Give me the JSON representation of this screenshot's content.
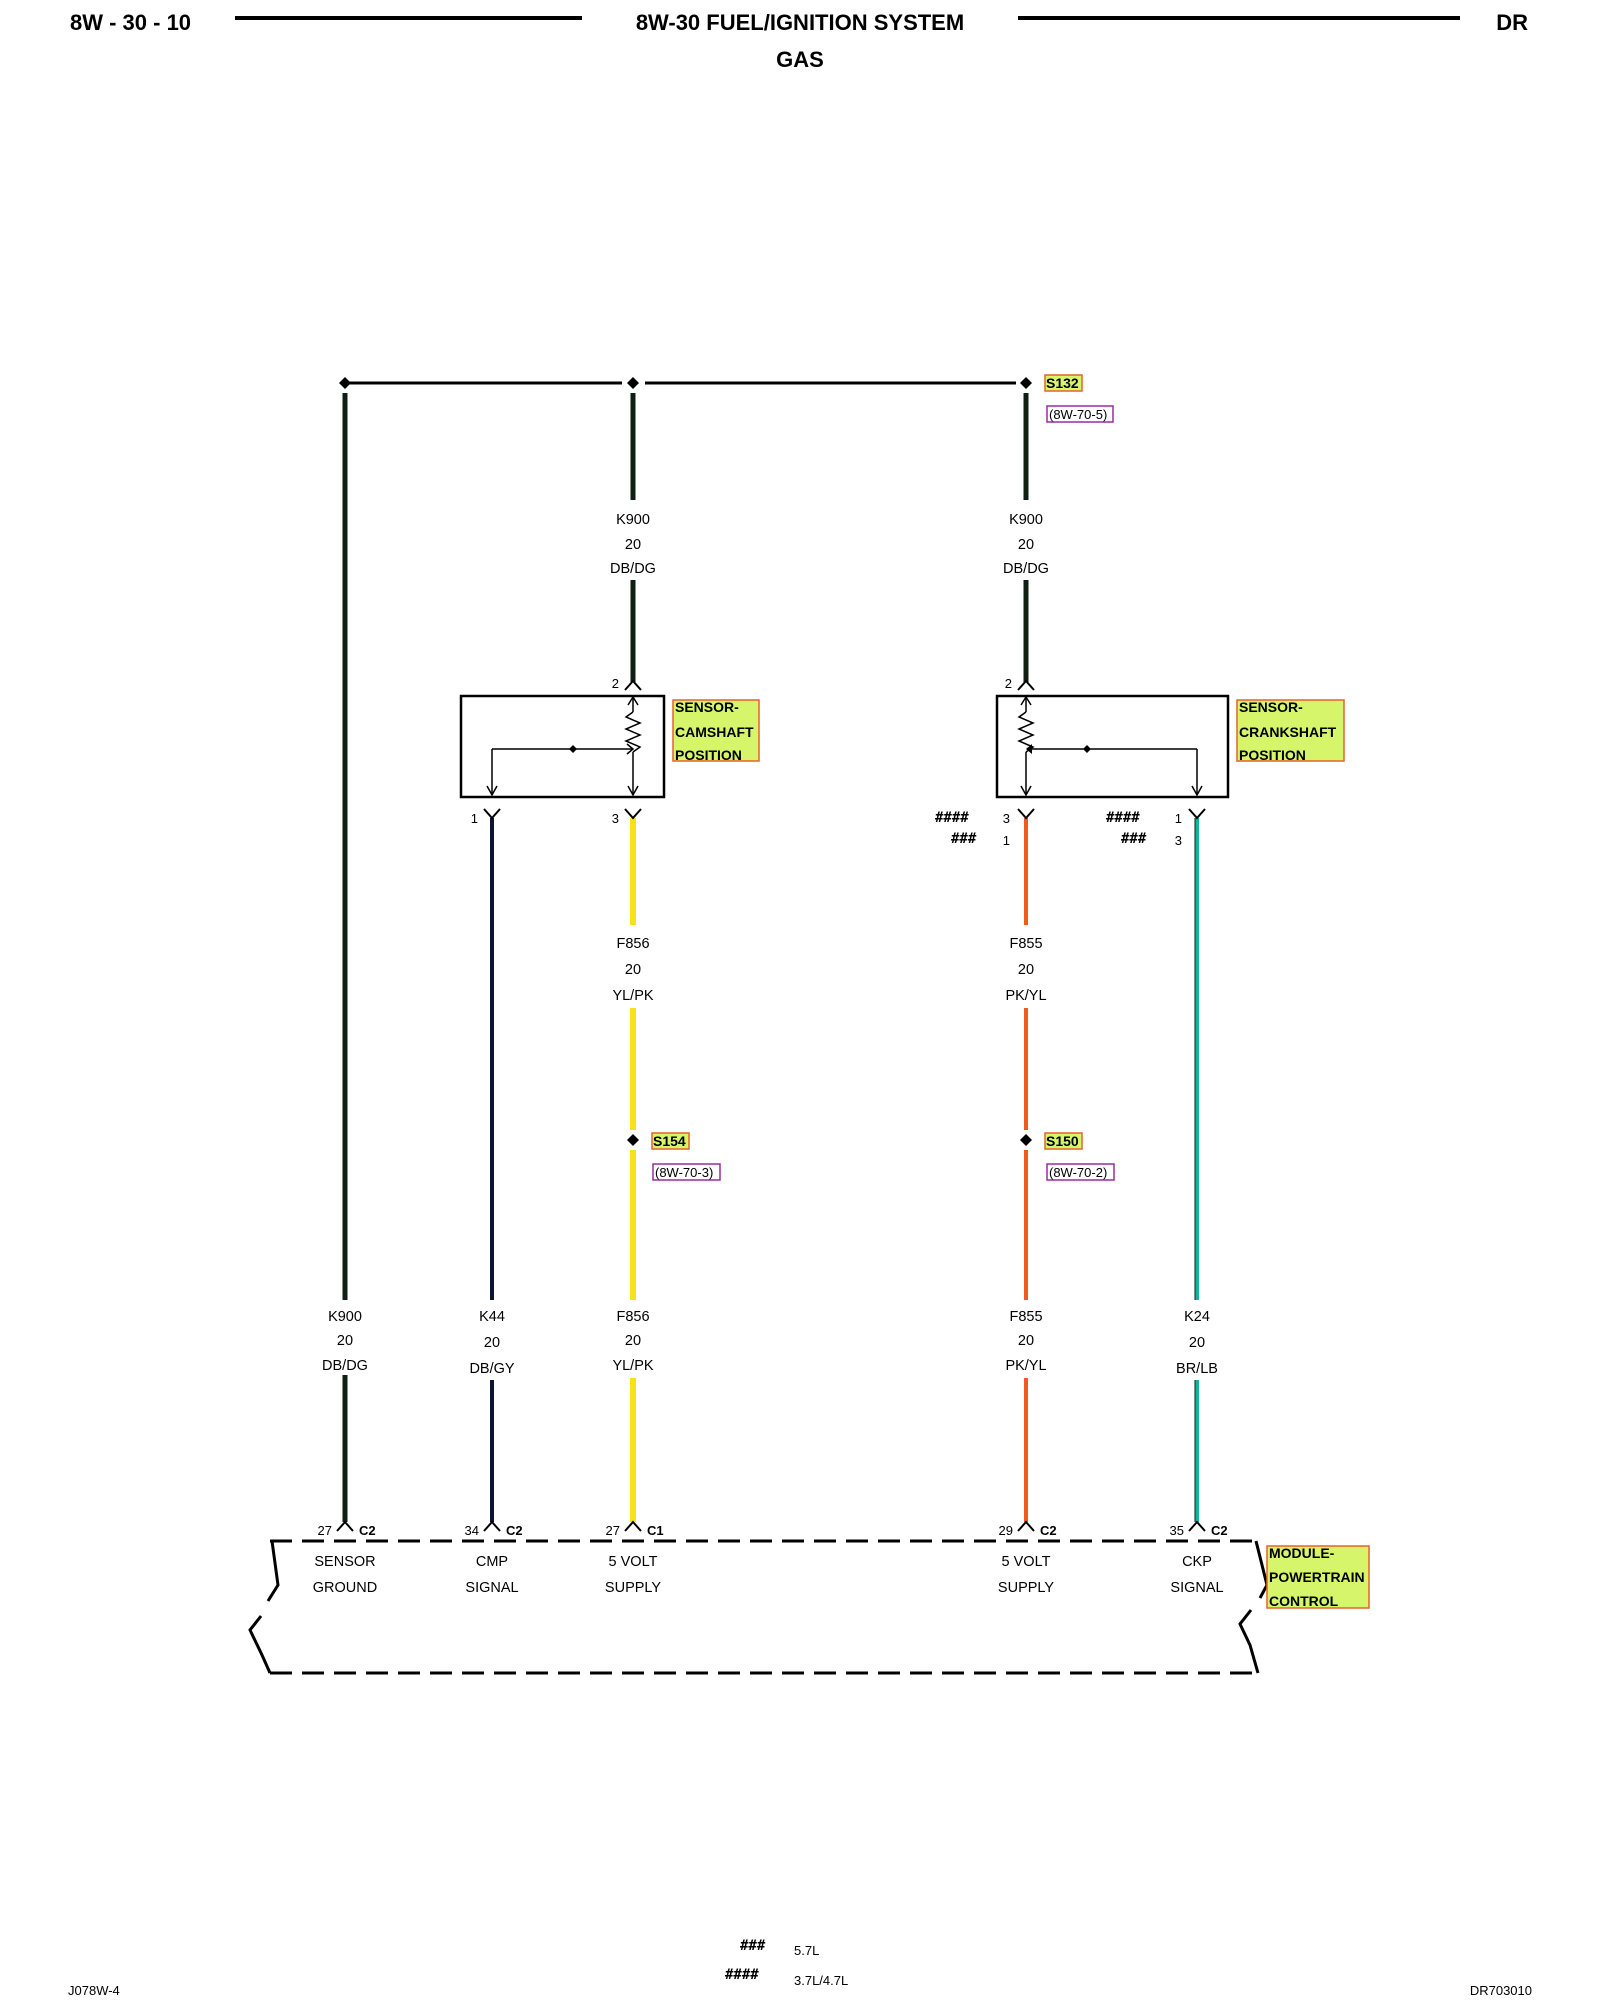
{
  "header": {
    "left": "8W - 30 - 10",
    "title": "8W-30 FUEL/IGNITION SYSTEM",
    "subtitle": "GAS",
    "right": "DR"
  },
  "splices": {
    "s132": {
      "label": "S132",
      "ref": "(8W-70-5)"
    },
    "s154": {
      "label": "S154",
      "ref": "(8W-70-3)"
    },
    "s150": {
      "label": "S150",
      "ref": "(8W-70-2)"
    }
  },
  "components": {
    "cmp_sensor": {
      "line1": "SENSOR-",
      "line2": "CAMSHAFT",
      "line3": "POSITION"
    },
    "ckp_sensor": {
      "line1": "SENSOR-",
      "line2": "CRANKSHAFT",
      "line3": "POSITION"
    },
    "pcm": {
      "line1": "MODULE-",
      "line2": "POWERTRAIN",
      "line3": "CONTROL"
    }
  },
  "wires": {
    "k900_cmp": {
      "circuit": "K900",
      "gauge": "20",
      "color": "DB/DG"
    },
    "k900_ckp": {
      "circuit": "K900",
      "gauge": "20",
      "color": "DB/DG"
    },
    "f856_upper": {
      "circuit": "F856",
      "gauge": "20",
      "color": "YL/PK"
    },
    "f855_upper": {
      "circuit": "F855",
      "gauge": "20",
      "color": "PK/YL"
    },
    "k900_gnd": {
      "circuit": "K900",
      "gauge": "20",
      "color": "DB/DG"
    },
    "k44": {
      "circuit": "K44",
      "gauge": "20",
      "color": "DB/GY"
    },
    "f856_lower": {
      "circuit": "F856",
      "gauge": "20",
      "color": "YL/PK"
    },
    "f855_lower": {
      "circuit": "F855",
      "gauge": "20",
      "color": "PK/YL"
    },
    "k24": {
      "circuit": "K24",
      "gauge": "20",
      "color": "BR/LB"
    }
  },
  "sensor_pins": {
    "cmp_top": "2",
    "cmp_left": "1",
    "cmp_right": "3",
    "ckp_top": "2",
    "ckp_left_a": "3",
    "ckp_left_b": "1",
    "ckp_right_a": "1",
    "ckp_right_b": "3"
  },
  "variant_marks": {
    "four": "####",
    "three": "###"
  },
  "pcm_pins": [
    {
      "pin": "27",
      "connector": "C2",
      "line1": "SENSOR",
      "line2": "GROUND"
    },
    {
      "pin": "34",
      "connector": "C2",
      "line1": "CMP",
      "line2": "SIGNAL"
    },
    {
      "pin": "27",
      "connector": "C1",
      "line1": "5 VOLT",
      "line2": "SUPPLY"
    },
    {
      "pin": "29",
      "connector": "C2",
      "line1": "5 VOLT",
      "line2": "SUPPLY"
    },
    {
      "pin": "35",
      "connector": "C2",
      "line1": "CKP",
      "line2": "SIGNAL"
    }
  ],
  "legend": {
    "mark_57": "###",
    "text_57": "5.7L",
    "mark_3747": "####",
    "text_3747": "3.7L/4.7L"
  },
  "footer": {
    "left": "J078W-4",
    "right": "DR703010"
  },
  "wire_colors": {
    "dark": "#0f1f14",
    "k44": "#0d1430",
    "yellow": "#f7e11b",
    "orange": "#f05a1e",
    "teal": "#14b3a0",
    "label_fill": "#d6f56a",
    "label_border": "#e8622a",
    "ref_border": "#9b2aa0"
  }
}
